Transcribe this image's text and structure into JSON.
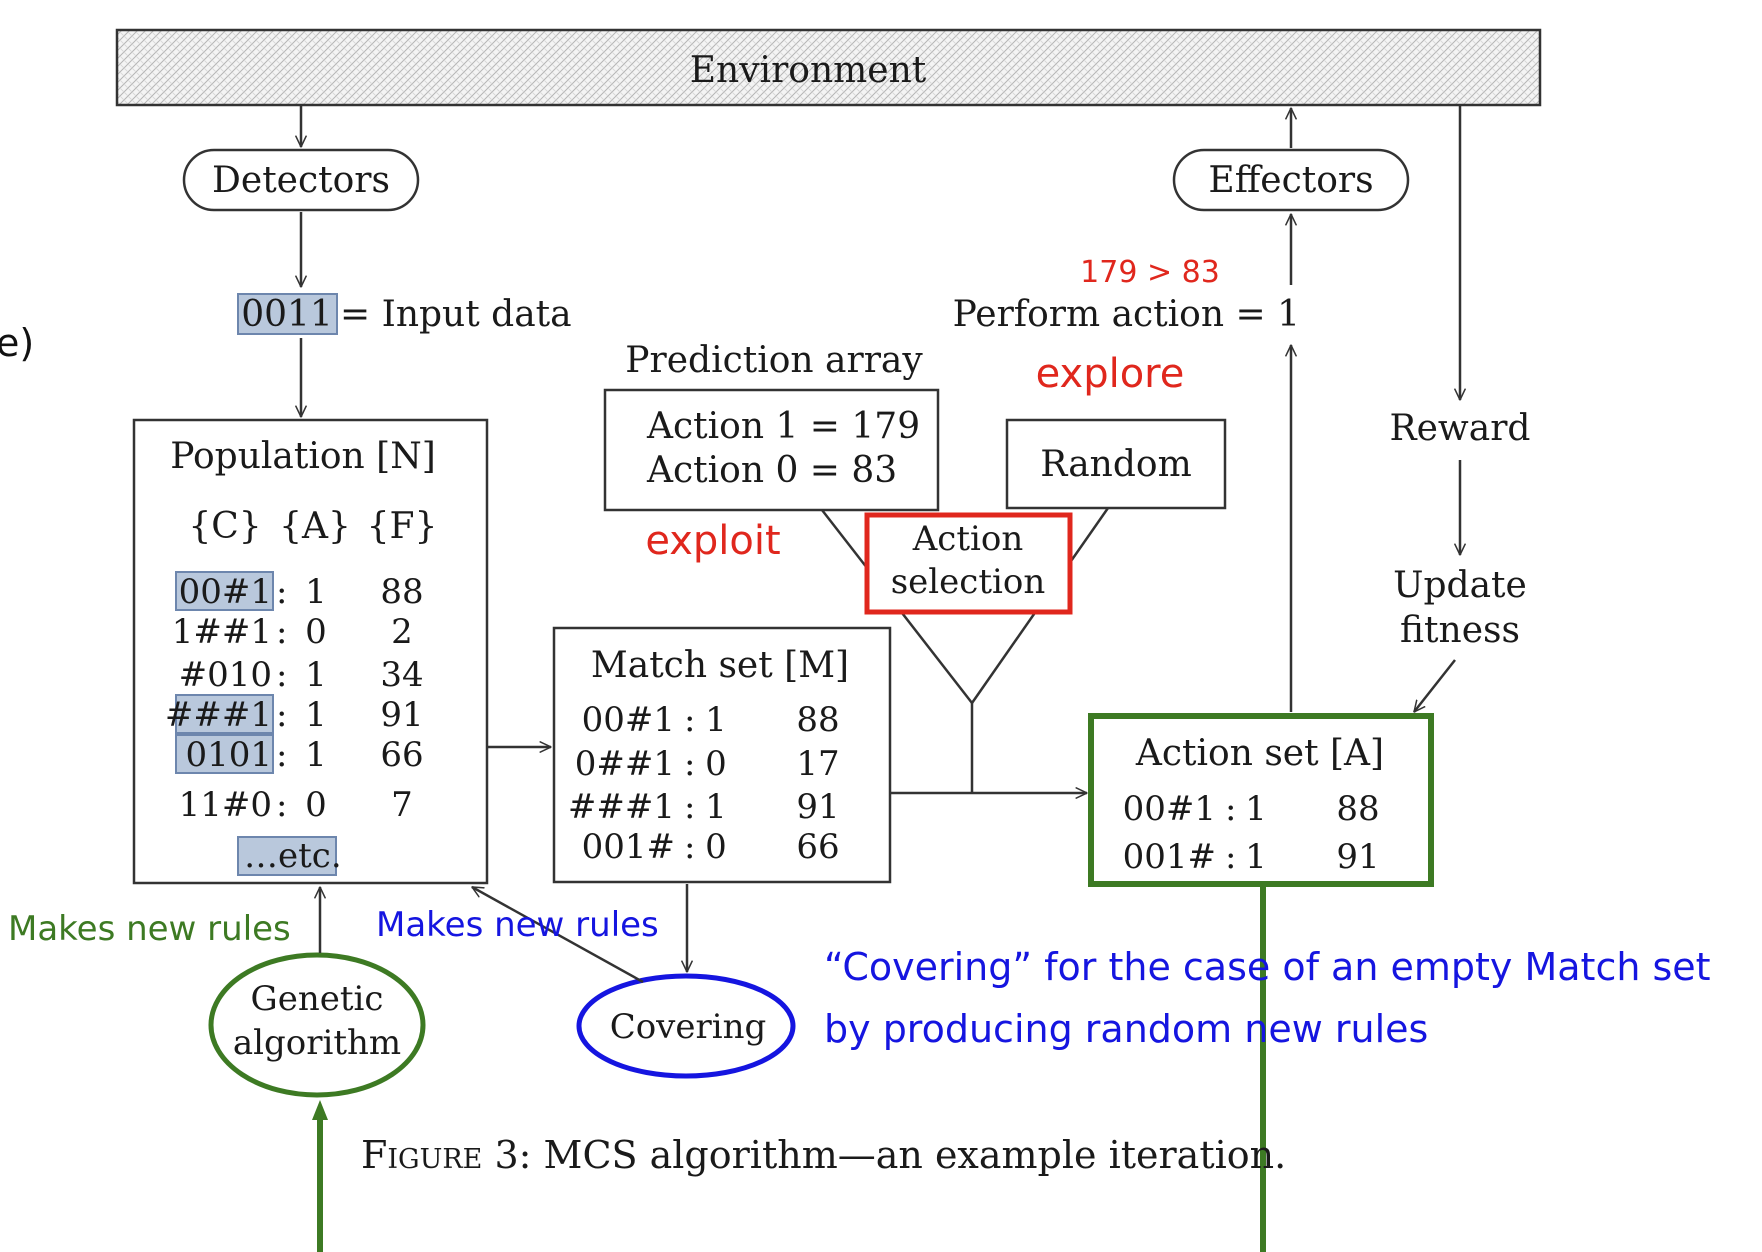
{
  "environment": {
    "label": "Environment"
  },
  "nodes": {
    "detectors": "Detectors",
    "effectors": "Effectors",
    "input": {
      "bits": "0011",
      "label": "= Input data"
    },
    "perform_action": "Perform action = 1",
    "reward": "Reward",
    "update_fitness": [
      "Update",
      "fitness"
    ],
    "random": "Random",
    "action_selection": [
      "Action",
      "selection"
    ],
    "genetic_algorithm": [
      "Genetic",
      "algorithm"
    ],
    "covering": "Covering"
  },
  "prediction_array": {
    "title": "Prediction array",
    "lines": [
      "Action 1 = 179",
      "Action 0 = 83"
    ]
  },
  "population": {
    "title": "Population [N]",
    "headers": [
      "{C}",
      "{A}",
      "{F}"
    ],
    "rows": [
      {
        "c": "00#1",
        "a": "1",
        "f": "88"
      },
      {
        "c": "1##1",
        "a": "0",
        "f": "2"
      },
      {
        "c": "#010",
        "a": "1",
        "f": "34"
      },
      {
        "c": "###1",
        "a": "1",
        "f": "91"
      },
      {
        "c": "0101",
        "a": "1",
        "f": "66"
      },
      {
        "c": "11#0",
        "a": "0",
        "f": "7"
      }
    ],
    "etc": "…etc."
  },
  "match_set": {
    "title": "Match set [M]",
    "rows": [
      {
        "c": "00#1",
        "a": "1",
        "f": "88"
      },
      {
        "c": "0##1",
        "a": "0",
        "f": "17"
      },
      {
        "c": "###1",
        "a": "1",
        "f": "91"
      },
      {
        "c": "001#",
        "a": "0",
        "f": "66"
      }
    ]
  },
  "action_set": {
    "title": "Action set [A]",
    "rows": [
      {
        "c": "00#1",
        "a": "1",
        "f": "88"
      },
      {
        "c": "001#",
        "a": "1",
        "f": "91"
      }
    ]
  },
  "annotations": {
    "comparison": "179 > 83",
    "explore": "explore",
    "exploit": "exploit",
    "makes_new_rules_ga": "Makes new rules",
    "makes_new_rules_cov": "Makes new rules",
    "covering_note_line1": "“Covering” for the case of an empty Match set",
    "covering_note_line2": "by producing random new rules",
    "left_fragment": "e)"
  },
  "caption": {
    "prefix": "Figure 3:",
    "text": " MCS algorithm—an example iteration."
  },
  "colors": {
    "red": "#e0271d",
    "green": "#3d7a23",
    "blue": "#1515e0",
    "ink": "#1a1a1a",
    "highlight": "#b9c8dc"
  }
}
